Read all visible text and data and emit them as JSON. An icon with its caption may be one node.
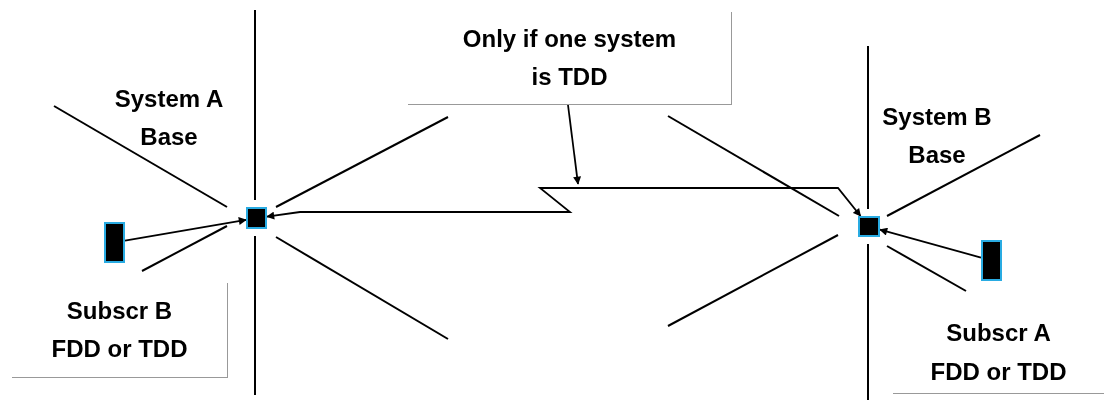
{
  "diagram": {
    "nodes": [
      {
        "text": [
          "System A Base"
        ]
      },
      {
        "text": [
          "Subscr B FDD or TDD"
        ]
      },
      {
        "text": [
          "Only if one system is TDD"
        ]
      },
      {
        "text": [
          "System B Base"
        ]
      },
      {
        "text": [
          "Subscr A FDD or TDD"
        ]
      },
      {
        "text": [],
        "shape": "box"
      },
      {
        "text": [],
        "shape": "box"
      },
      {
        "text": [],
        "shape": "box"
      },
      {
        "text": [],
        "shape": "box"
      }
    ],
    "edges": [
      {
        "from": 6,
        "to": 5,
        "arrow": "to"
      },
      {
        "from": 8,
        "to": 7,
        "arrow": "to"
      },
      {
        "from": 5,
        "to": 7,
        "arrow": "both"
      },
      {
        "from": 2,
        "to": null,
        "arrow": "to"
      }
    ]
  }
}
